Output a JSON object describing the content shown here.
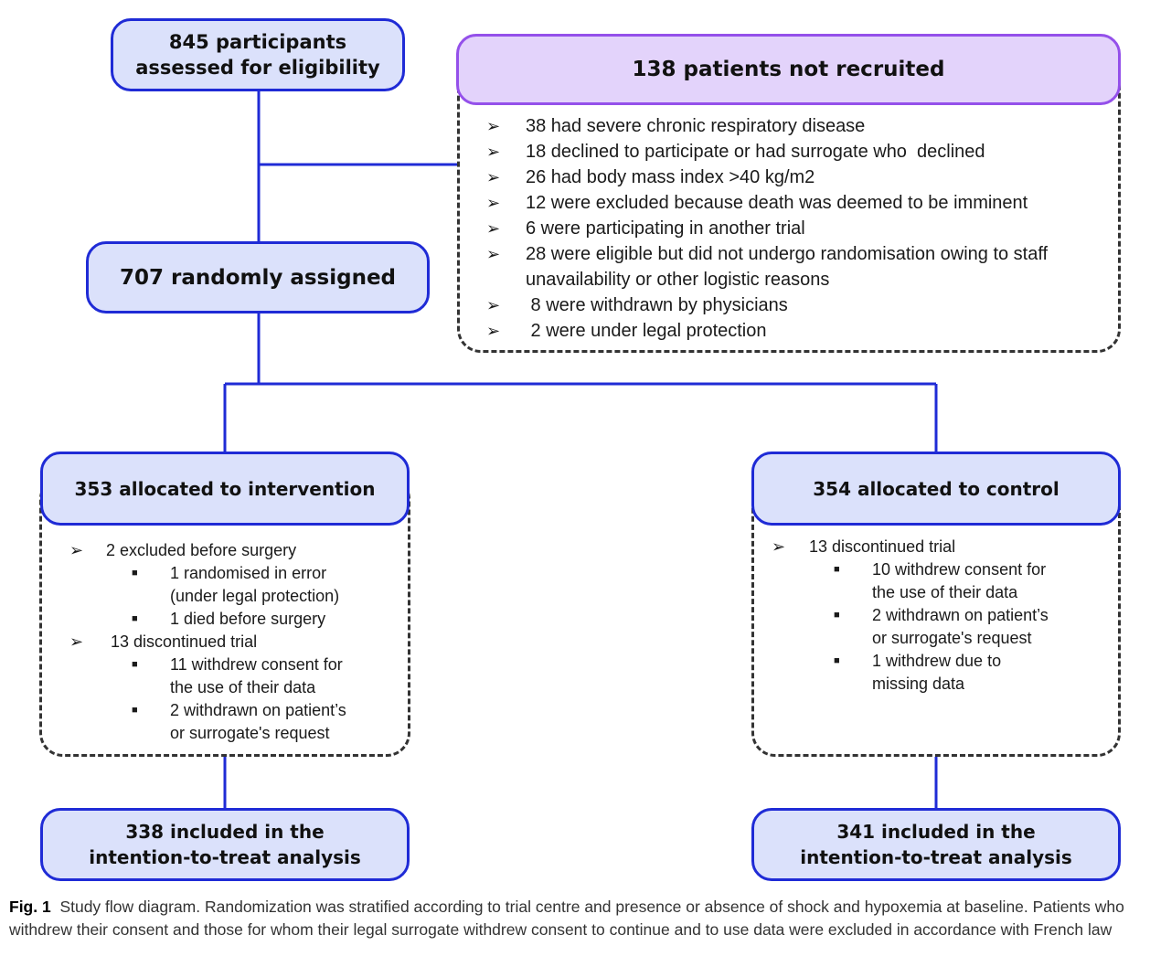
{
  "assessed": "845 participants\nassessed for eligibility",
  "not_recruited": {
    "title": "138 patients not recruited",
    "items": [
      "38 had severe chronic respiratory disease",
      "18 declined to participate or had surrogate who  declined",
      "26 had body mass index >40 kg/m2",
      "12 were excluded because death was deemed to be imminent",
      "6 were participating in another trial",
      "28 were eligible but did not undergo randomisation owing to staff\nunavailability or other logistic reasons",
      " 8 were withdrawn by physicians",
      " 2 were under legal protection"
    ]
  },
  "randomised": "707 randomly assigned",
  "intervention": {
    "title": "353 allocated to intervention",
    "excluded": "2 excluded before surgery",
    "excluded_subs": [
      "1 randomised in error\n(under legal protection)",
      "1 died before surgery"
    ],
    "discontinued": " 13 discontinued trial",
    "discontinued_subs": [
      "11 withdrew consent for\nthe use of their data",
      "2 withdrawn on patient’s\nor surrogate's request"
    ],
    "analysis": "338 included in the\nintention-to-treat analysis"
  },
  "control": {
    "title": "354 allocated to control",
    "discontinued": "13 discontinued trial",
    "discontinued_subs": [
      "10 withdrew consent for\nthe use of their data",
      "2 withdrawn on patient’s\nor surrogate's request",
      "1 withdrew due to\nmissing data"
    ],
    "analysis": "341 included in the\nintention-to-treat analysis"
  },
  "caption": {
    "label": "Fig. 1",
    "text": "Study flow diagram. Randomization was stratified according to trial centre and presence or absence of shock and hypoxemia at baseline. Patients who withdrew their consent and those for whom their legal surrogate withdrew consent to continue and to use data were excluded in accordance with French law"
  },
  "colors": {
    "node_fill": "#dbe1fb",
    "node_border": "#1f2bd6",
    "purple_fill": "#e3d3fb",
    "purple_border": "#9450ea",
    "connector": "#1f2bd6",
    "dash": "#333333"
  },
  "icons": {
    "bullet": "arrowhead-bullet-icon",
    "sub_bullet": "square-bullet-icon"
  }
}
